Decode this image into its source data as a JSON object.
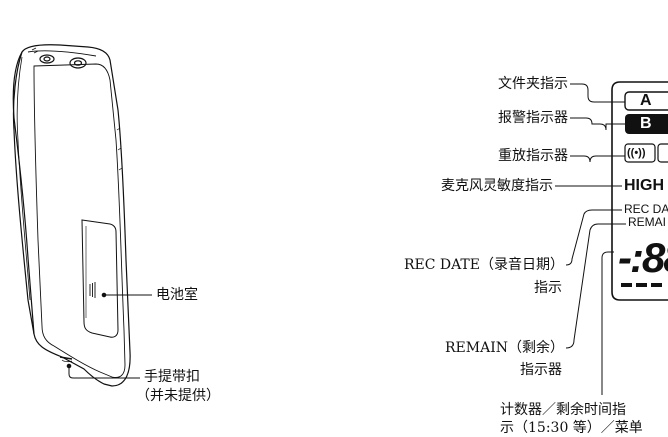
{
  "left_callouts": {
    "battery": "电池室",
    "strap_line1": "手提带扣",
    "strap_line2": "（并未提供）"
  },
  "right_callouts": {
    "folder": "文件夹指示",
    "alarm": "报警指示器",
    "repeat": "重放指示器",
    "mic_sens": "麦克风灵敏度指示",
    "rec_date_line1": "REC DATE（录音日期）",
    "rec_date_line2": "指示",
    "remain_line1": "REMAIN（剩余）",
    "remain_line2": "指示器",
    "counter_line1": "计数器／剩余时间指",
    "counter_line2": "示（15:30 等）／菜单"
  },
  "lcd": {
    "folder_a": "A",
    "folder_b": "B",
    "repeat_symbol": "((•))",
    "high": "HIGH",
    "rec_date": "REC DA",
    "remain": "REMAI",
    "digits": "-:88"
  }
}
